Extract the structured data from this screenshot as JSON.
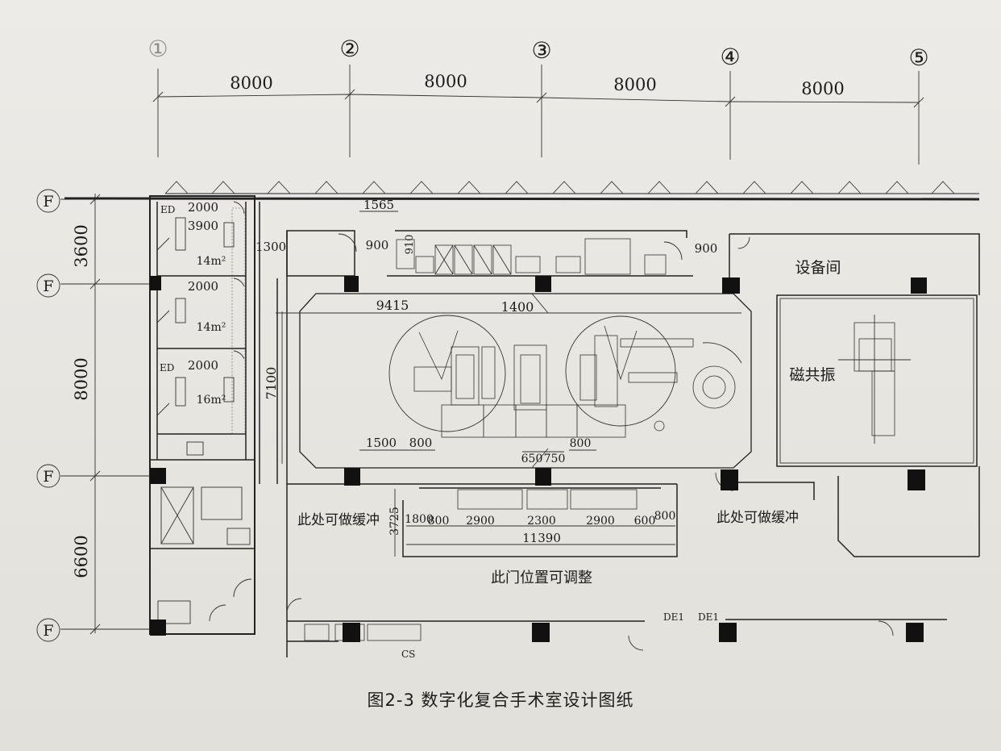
{
  "caption": "图2-3   数字化复合手术室设计图纸",
  "axes_top": [
    "①",
    "②",
    "③",
    "④",
    "⑤"
  ],
  "axes_left": [
    "F",
    "F",
    "F",
    "F"
  ],
  "top_dims": [
    "8000",
    "8000",
    "8000",
    "8000"
  ],
  "left_dims": [
    "3600",
    "8000",
    "6600"
  ],
  "rooms": {
    "equipment_room": "设备间",
    "mri": "磁共振",
    "buffer_left": "此处可做缓冲",
    "buffer_right": "此处可做缓冲",
    "door_note": "此门位置可调整"
  },
  "small_rooms": {
    "areas": [
      "14m²",
      "14m²",
      "16m²"
    ],
    "widths": [
      "2000",
      "2000",
      "2000"
    ],
    "depth": "3900",
    "tags": [
      "ED",
      "ED"
    ]
  },
  "dims": {
    "d1565": "1565",
    "d1300": "1300",
    "d900a": "900",
    "d910": "910",
    "d900b": "900",
    "d9415": "9415",
    "d1400": "1400",
    "d7100": "7100",
    "d1500": "1500",
    "d800a": "800",
    "d650": "650",
    "d750": "750",
    "d800b": "800",
    "d3725": "3725",
    "bottom_row": [
      "1800",
      "800",
      "2900",
      "2300",
      "2900",
      "600",
      "800"
    ],
    "d11390": "11390"
  },
  "tags": {
    "cs": "CS",
    "de1a": "DE1",
    "de1b": "DE1"
  }
}
